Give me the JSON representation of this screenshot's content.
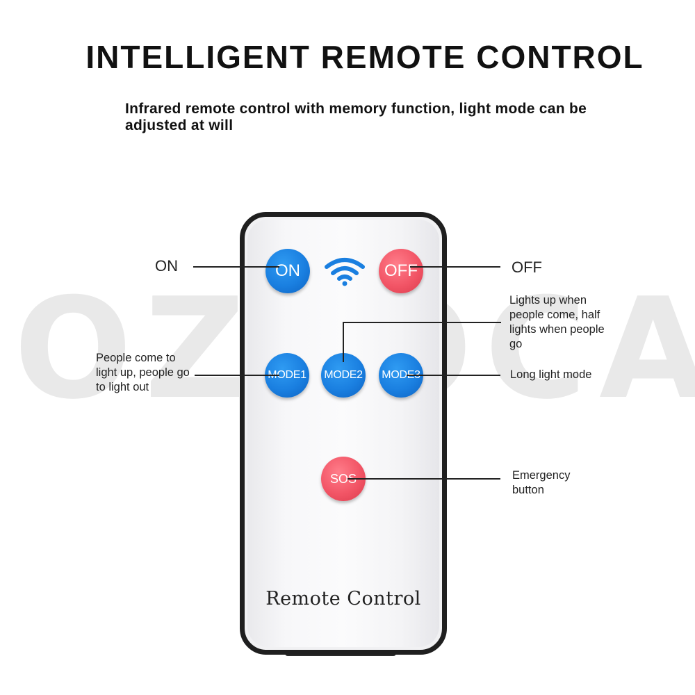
{
  "header": {
    "title": "INTELLIGENT REMOTE CONTROL",
    "subtitle": "Infrared remote control with memory function, light mode can be adjusted at will"
  },
  "watermark": {
    "text": "OZLOCAL"
  },
  "remote": {
    "label": "Remote Control",
    "buttons": {
      "on": "ON",
      "off": "OFF",
      "mode1": "MODE1",
      "mode2": "MODE2",
      "mode3": "MODE3",
      "sos": "SOS"
    },
    "wifi_icon": "wifi-signal-icon"
  },
  "callouts": {
    "on": "ON",
    "off": "OFF",
    "mode1": "People come to light up, people go to light out",
    "mode2": "Lights up when people come, half lights when people go",
    "mode3": "Long light mode",
    "sos": "Emergency button"
  },
  "colors": {
    "blue_button": "#1a7fe0",
    "red_button": "#f25566",
    "remote_border": "#1f1f1f",
    "watermark": "#e9e9e9"
  }
}
